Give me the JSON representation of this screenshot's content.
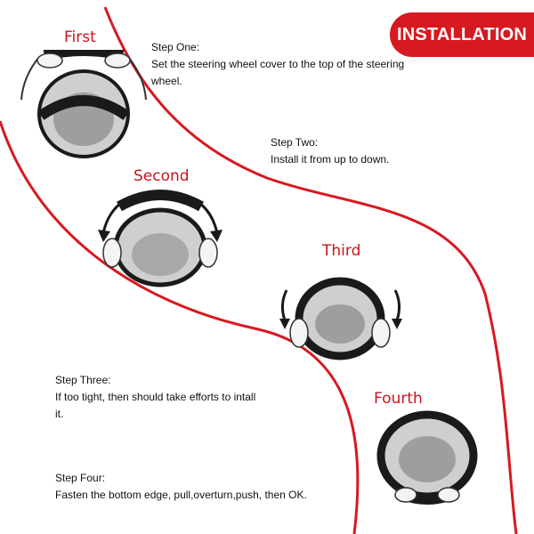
{
  "banner": {
    "label": "INSTALLATION"
  },
  "steps": [
    {
      "title": "First",
      "heading": "Step One:",
      "body": "Set the steering wheel cover to the top of the steering wheel."
    },
    {
      "title": "Second",
      "heading": "Step Two:",
      "body": "Install it from up to down."
    },
    {
      "title": "Third",
      "heading": "Step Three:",
      "body": "If too tight, then should take efforts to intall it."
    },
    {
      "title": "Fourth",
      "heading": "Step Four:",
      "body": "Fasten the bottom edge, pull,overturn,push, then OK."
    }
  ],
  "colors": {
    "accent": "#d71920",
    "title": "#c8141c",
    "text": "#111111",
    "wheel": "#1a1a1a",
    "wheel_inner": "#bdbdbd"
  }
}
